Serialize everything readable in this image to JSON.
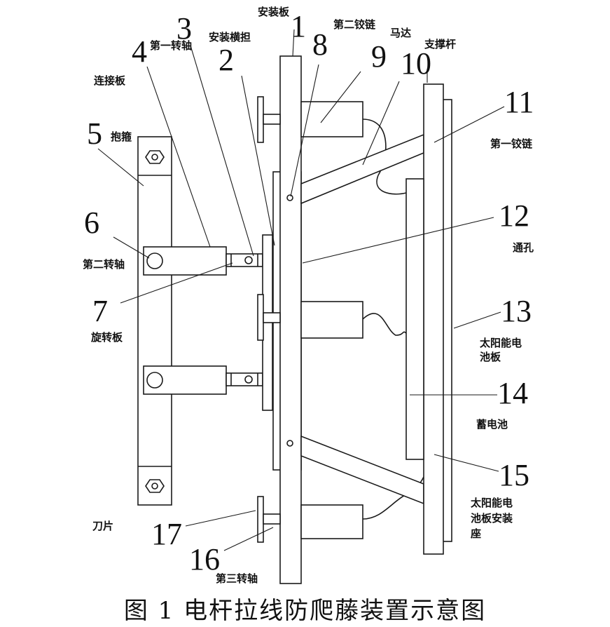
{
  "caption": "图 1 电杆拉线防爬藤装置示意图",
  "numbers": {
    "n1": "1",
    "n2": "2",
    "n3": "3",
    "n4": "4",
    "n5": "5",
    "n6": "6",
    "n7": "7",
    "n8": "8",
    "n9": "9",
    "n10": "10",
    "n11": "11",
    "n12": "12",
    "n13": "13",
    "n14": "14",
    "n15": "15",
    "n16": "16",
    "n17": "17"
  },
  "labels": {
    "mount_plate": "安装板",
    "mount_crossarm": "安装横担",
    "first_shaft": "第一转轴",
    "connect_plate": "连接板",
    "hoop": "抱箍",
    "second_shaft": "第二转轴",
    "rotary_plate": "旋转板",
    "second_hinge": "第二铰链",
    "motor": "马达",
    "support_rod": "支撑杆",
    "first_hinge": "第一铰链",
    "through_hole": "通孔",
    "solar_panel_l1": "太阳能电",
    "solar_panel_l2": "池板",
    "battery": "蓄电池",
    "seat_l1": "太阳能电",
    "seat_l2": "池板安装",
    "seat_l3": "座",
    "blade": "刀片",
    "third_shaft": "第三转轴"
  },
  "colors": {
    "line": "#1a1a1a",
    "fill": "#ffffff"
  }
}
